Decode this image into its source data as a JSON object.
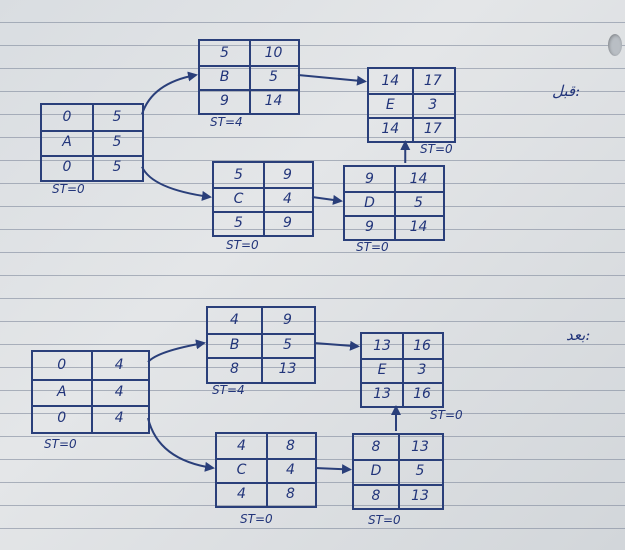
{
  "sections": [
    {
      "label": "قبل:",
      "nodes": [
        {
          "id": "A",
          "cells": [
            "0",
            "5",
            "A",
            "5",
            "0",
            "5"
          ],
          "st": "ST=0"
        },
        {
          "id": "B",
          "cells": [
            "5",
            "10",
            "B",
            "5",
            "9",
            "14"
          ],
          "st": "ST=4"
        },
        {
          "id": "C",
          "cells": [
            "5",
            "9",
            "C",
            "4",
            "5",
            "9"
          ],
          "st": "ST=0"
        },
        {
          "id": "D",
          "cells": [
            "9",
            "14",
            "D",
            "5",
            "9",
            "14"
          ],
          "st": "ST=0"
        },
        {
          "id": "E",
          "cells": [
            "14",
            "17",
            "E",
            "3",
            "14",
            "17"
          ],
          "st": "ST=0"
        }
      ]
    },
    {
      "label": "بعد:",
      "nodes": [
        {
          "id": "A",
          "cells": [
            "0",
            "4",
            "A",
            "4",
            "0",
            "4"
          ],
          "st": "ST=0"
        },
        {
          "id": "B",
          "cells": [
            "4",
            "9",
            "B",
            "5",
            "8",
            "13"
          ],
          "st": "ST=4"
        },
        {
          "id": "C",
          "cells": [
            "4",
            "8",
            "C",
            "4",
            "4",
            "8"
          ],
          "st": "ST=0"
        },
        {
          "id": "D",
          "cells": [
            "8",
            "13",
            "D",
            "5",
            "8",
            "13"
          ],
          "st": "ST=0"
        },
        {
          "id": "E",
          "cells": [
            "13",
            "16",
            "E",
            "3",
            "13",
            "16"
          ],
          "st": "ST=0"
        }
      ]
    }
  ],
  "edges": [
    [
      "A",
      "B"
    ],
    [
      "A",
      "C"
    ],
    [
      "B",
      "E"
    ],
    [
      "C",
      "D"
    ],
    [
      "D",
      "E"
    ]
  ],
  "colors": {
    "ink": "#22357a",
    "paper": "#dfe2e5"
  }
}
